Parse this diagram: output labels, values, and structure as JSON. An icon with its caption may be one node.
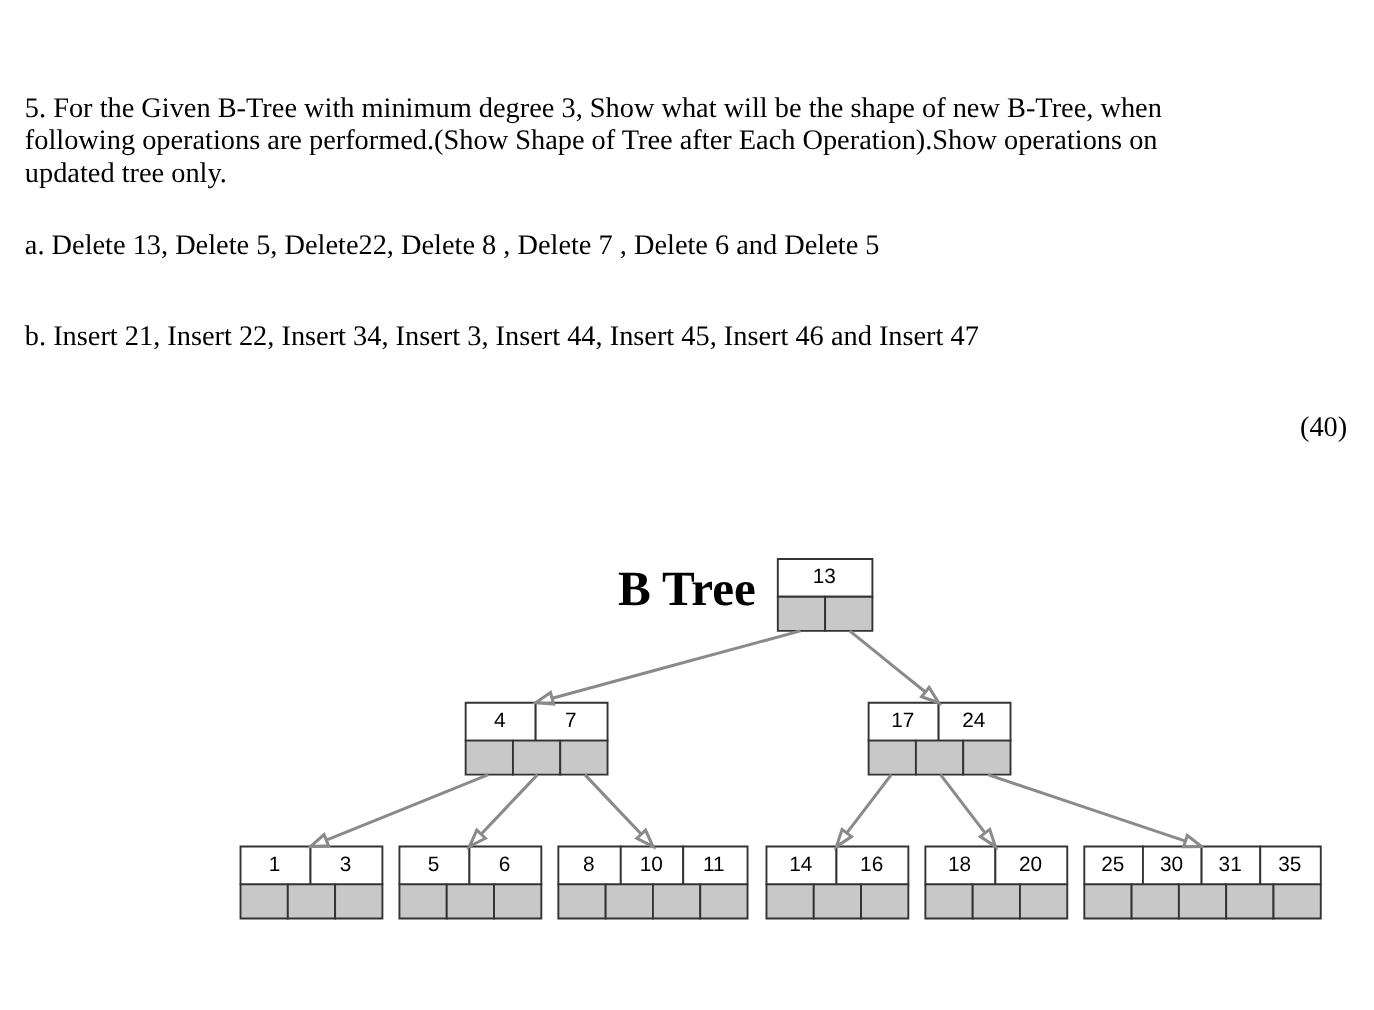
{
  "diagram": {
    "nodes": [
      {
        "text": [
          "13"
        ]
      },
      {
        "text": [
          "4",
          "7"
        ]
      },
      {
        "text": [
          "17",
          "24"
        ]
      },
      {
        "text": [
          "1",
          "3"
        ]
      },
      {
        "text": [
          "5",
          "6"
        ]
      },
      {
        "text": [
          "8",
          "10",
          "11"
        ]
      },
      {
        "text": [
          "14",
          "16"
        ]
      },
      {
        "text": [
          "18",
          "20"
        ]
      },
      {
        "text": [
          "25",
          "30",
          "31",
          "35"
        ]
      }
    ],
    "edges": [
      {
        "from": 0,
        "to": 1,
        "arrow": "to"
      },
      {
        "from": 0,
        "to": 2,
        "arrow": "to"
      },
      {
        "from": 1,
        "to": 3,
        "arrow": "to"
      },
      {
        "from": 1,
        "to": 4,
        "arrow": "to"
      },
      {
        "from": 1,
        "to": 5,
        "arrow": "to"
      },
      {
        "from": 2,
        "to": 6,
        "arrow": "to"
      },
      {
        "from": 2,
        "to": 7,
        "arrow": "to"
      },
      {
        "from": 2,
        "to": 8,
        "arrow": "to"
      }
    ],
    "labels": [
      "5. For the Given B-Tree with minimum degree 3, Show what will be the shape of new B-Tree, when following operations are performed.(Show Shape of Tree after Each Operation).Show operations on updated tree only.",
      "a. Delete 13, Delete 5, Delete22, Delete 8 , Delete 7 , Delete 6 and Delete 5",
      "b. Insert 21, Insert 22, Insert 34, Insert 3, Insert 44, Insert 45, Insert 46 and Insert 47",
      "(40)",
      "B Tree"
    ]
  }
}
